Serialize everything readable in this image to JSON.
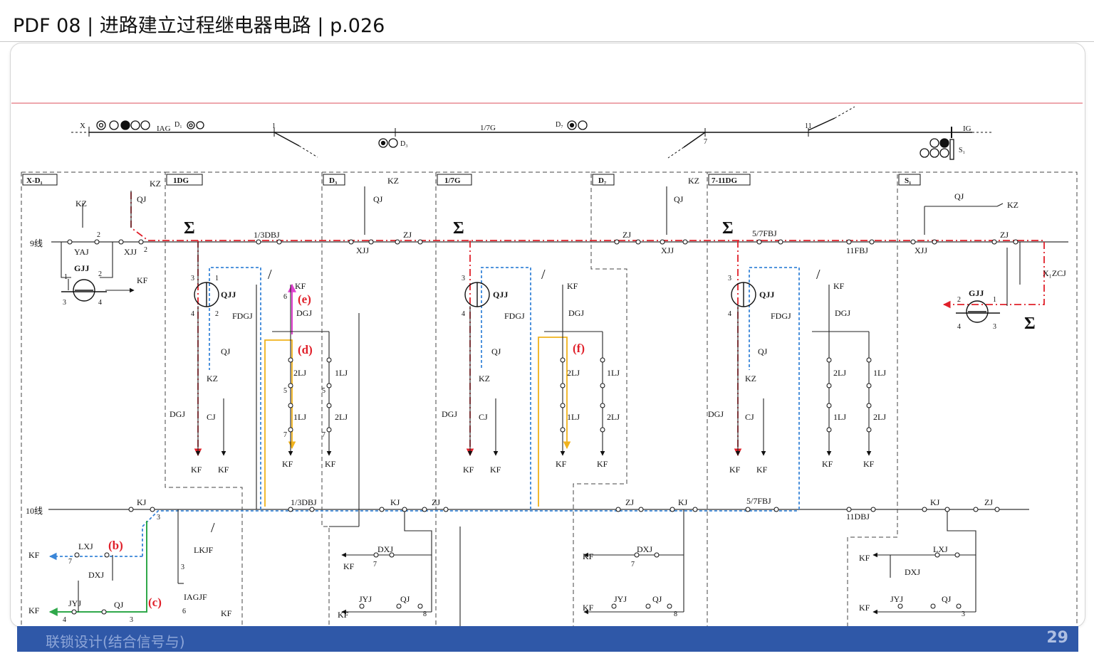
{
  "title": "PDF 08 | 进路建立过程继电器电路 | p.026",
  "footer": {
    "text": "联锁设计(结合信号与)",
    "page": "29"
  },
  "colors": {
    "red": "#e0202a",
    "blue": "#3a86d8",
    "yellow": "#f0b21c",
    "magenta": "#e040d0",
    "green": "#2fa84a",
    "dark": "#111111",
    "pinkline": "#e88a92"
  },
  "track": {
    "labels": [
      {
        "id": "X",
        "text": "X"
      },
      {
        "id": "IAG",
        "text": "IAG"
      },
      {
        "id": "D1",
        "text": "D₁"
      },
      {
        "id": "n1",
        "text": "1"
      },
      {
        "id": "D3",
        "text": "D₃"
      },
      {
        "id": "n17G",
        "text": "1/7G"
      },
      {
        "id": "D7",
        "text": "D₇"
      },
      {
        "id": "n7",
        "text": "7"
      },
      {
        "id": "n11",
        "text": "11"
      },
      {
        "id": "IG",
        "text": "IG"
      },
      {
        "id": "S1",
        "text": "S₁"
      }
    ]
  },
  "sections": [
    "X-D₁",
    "1DG",
    "D₃",
    "1/7G",
    "D₇",
    "7-11DG",
    "S₁"
  ],
  "bus": {
    "line9": "9线",
    "line10": "10线"
  },
  "marks": {
    "sigma": "Σ",
    "slash": "/"
  },
  "route_labels": {
    "b": "(b)",
    "c": "(c)",
    "d": "(d)",
    "e": "(e)",
    "f": "(f)"
  },
  "relays": {
    "KZ": "KZ",
    "KF": "KF",
    "QJ": "QJ",
    "YAJ": "YAJ",
    "XJJ": "XJJ",
    "GJJ": "GJJ",
    "DBJ13": "1/3DBJ",
    "ZJ": "ZJ",
    "QJJ": "QJJ",
    "FDGJ": "FDGJ",
    "DGJ": "DGJ",
    "LJ1": "1LJ",
    "LJ2": "2LJ",
    "CJ": "CJ",
    "FBJ57": "5/7FBJ",
    "FBJ11": "11FBJ",
    "XZCJ": "X₁ZCJ",
    "KJ": "KJ",
    "LXJ": "LXJ",
    "DXJ": "DXJ",
    "JYJ": "JYJ",
    "LKJF": "LKJF",
    "IAGJF": "IAGJF",
    "FBJ57b": "5/7FBJ",
    "DBJ11": "11DBJ"
  },
  "pins": {
    "p1": "1",
    "p2": "2",
    "p3": "3",
    "p4": "4",
    "p5": "5",
    "p6": "6",
    "p7": "7",
    "p8": "8"
  }
}
